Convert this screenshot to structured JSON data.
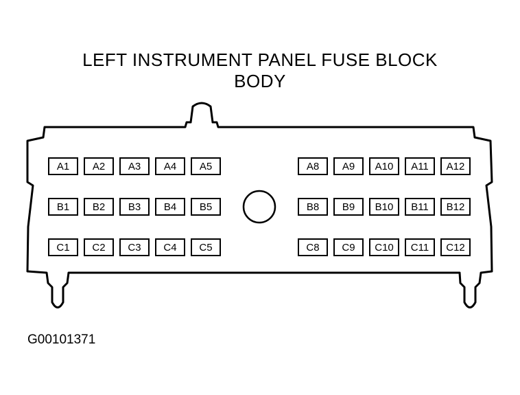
{
  "diagram": {
    "title_line1": "LEFT INSTRUMENT PANEL FUSE BLOCK",
    "title_line2": "BODY",
    "figure_id": "G00101371",
    "connector": {
      "left_rows": [
        [
          "A1",
          "A2",
          "A3",
          "A4",
          "A5"
        ],
        [
          "B1",
          "B2",
          "B3",
          "B4",
          "B5"
        ],
        [
          "C1",
          "C2",
          "C3",
          "C4",
          "C5"
        ]
      ],
      "right_rows": [
        [
          "A8",
          "A9",
          "A10",
          "A11",
          "A12"
        ],
        [
          "B8",
          "B9",
          "B10",
          "B11",
          "B12"
        ],
        [
          "C8",
          "C9",
          "C10",
          "C11",
          "C12"
        ]
      ]
    },
    "colors": {
      "line": "#000000",
      "background": "#ffffff"
    }
  }
}
